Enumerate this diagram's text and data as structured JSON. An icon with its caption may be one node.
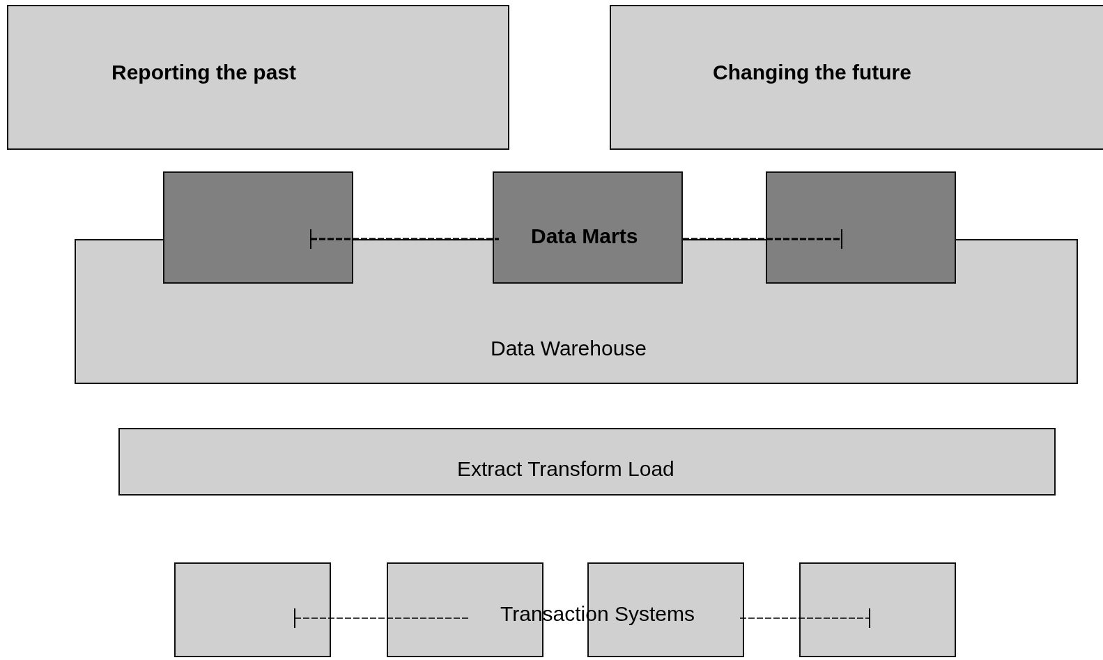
{
  "diagram": {
    "nodes": [
      {
        "text": [
          "Reporting the past"
        ]
      },
      {
        "text": [
          "Changing the future"
        ]
      },
      {
        "text": [
          "Data Warehouse"
        ]
      },
      {
        "text": [],
        "shape": "box"
      },
      {
        "text": [],
        "shape": "box"
      },
      {
        "text": [],
        "shape": "box"
      },
      {
        "text": [
          "Extract Transform Load"
        ]
      },
      {
        "text": [],
        "shape": "box"
      },
      {
        "text": [],
        "shape": "box"
      },
      {
        "text": [],
        "shape": "box"
      },
      {
        "text": [],
        "shape": "box"
      }
    ],
    "labels": [
      "Data Marts",
      "Transaction Systems"
    ]
  }
}
